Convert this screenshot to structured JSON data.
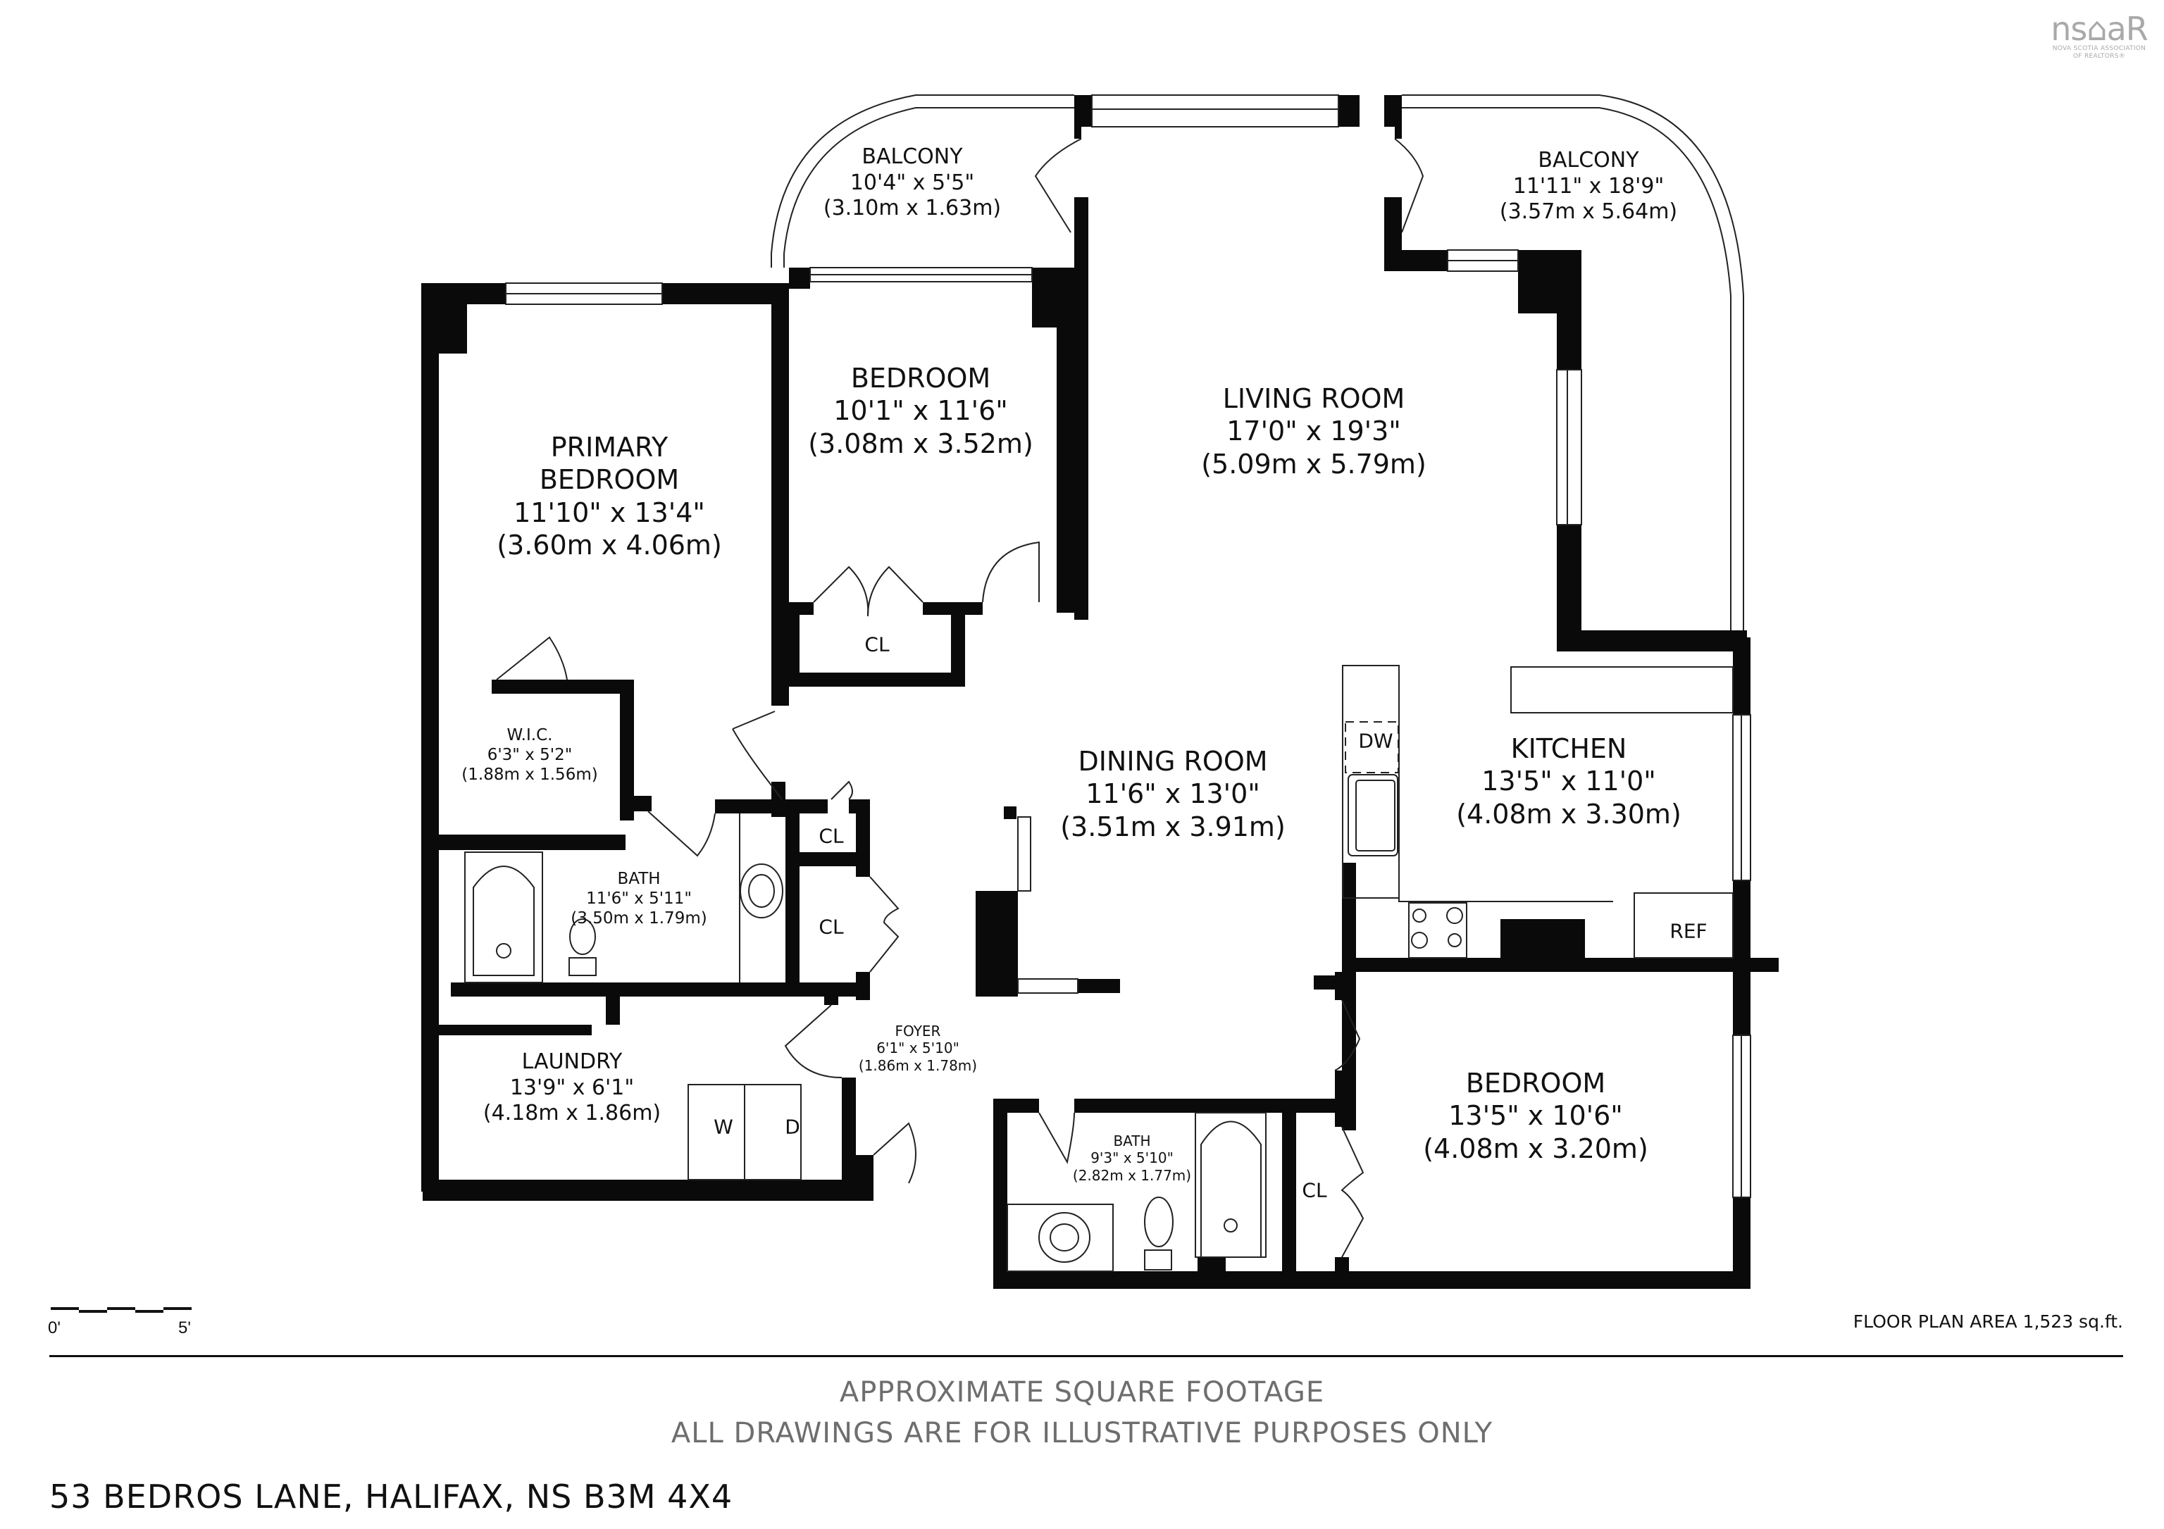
{
  "logo": {
    "mark": "ns⌂aR",
    "line1": "NOVA SCOTIA ASSOCIATION",
    "line2": "OF REALTORS®"
  },
  "colors": {
    "wall": "#0a0a0a",
    "line": "#222222",
    "disclaimer": "#6e6e6e",
    "logo": "#a9a9a9"
  },
  "rooms": {
    "balcony_left": {
      "name": "BALCONY",
      "imperial": "10'4\" x 5'5\"",
      "metric": "(3.10m x 1.63m)"
    },
    "balcony_right": {
      "name": "BALCONY",
      "imperial": "11'11\" x 18'9\"",
      "metric": "(3.57m x 5.64m)"
    },
    "primary_bedroom": {
      "name_line1": "PRIMARY",
      "name_line2": "BEDROOM",
      "imperial": "11'10\" x 13'4\"",
      "metric": "(3.60m x 4.06m)"
    },
    "bedroom_2": {
      "name": "BEDROOM",
      "imperial": "10'1\" x 11'6\"",
      "metric": "(3.08m x 3.52m)"
    },
    "living_room": {
      "name": "LIVING ROOM",
      "imperial": "17'0\" x 19'3\"",
      "metric": "(5.09m x 5.79m)"
    },
    "dining_room": {
      "name": "DINING ROOM",
      "imperial": "11'6\" x 13'0\"",
      "metric": "(3.51m x 3.91m)"
    },
    "kitchen": {
      "name": "KITCHEN",
      "imperial": "13'5\" x 11'0\"",
      "metric": "(4.08m x 3.30m)"
    },
    "wic": {
      "name": "W.I.C.",
      "imperial": "6'3\" x 5'2\"",
      "metric": "(1.88m x 1.56m)"
    },
    "bath_main": {
      "name": "BATH",
      "imperial": "11'6\" x 5'11\"",
      "metric": "(3.50m x 1.79m)"
    },
    "laundry": {
      "name": "LAUNDRY",
      "imperial": "13'9\" x 6'1\"",
      "metric": "(4.18m x 1.86m)"
    },
    "foyer": {
      "name": "FOYER",
      "imperial": "6'1\" x 5'10\"",
      "metric": "(1.86m x 1.78m)"
    },
    "bath_2": {
      "name": "BATH",
      "imperial": "9'3\" x 5'10\"",
      "metric": "(2.82m x 1.77m)"
    },
    "bedroom_3": {
      "name": "BEDROOM",
      "imperial": "13'5\" x 10'6\"",
      "metric": "(4.08m x 3.20m)"
    }
  },
  "fixtures": {
    "closet": "CL",
    "dishwasher": "DW",
    "refrigerator": "REF",
    "washer": "W",
    "dryer": "D"
  },
  "scale": {
    "start": "0'",
    "end": "5'"
  },
  "floor_plan_area": "FLOOR PLAN AREA 1,523 sq.ft.",
  "disclaimer": {
    "line1": "APPROXIMATE SQUARE FOOTAGE",
    "line2": "ALL DRAWINGS ARE FOR ILLUSTRATIVE PURPOSES ONLY"
  },
  "address": "53 BEDROS LANE, HALIFAX, NS B3M 4X4"
}
